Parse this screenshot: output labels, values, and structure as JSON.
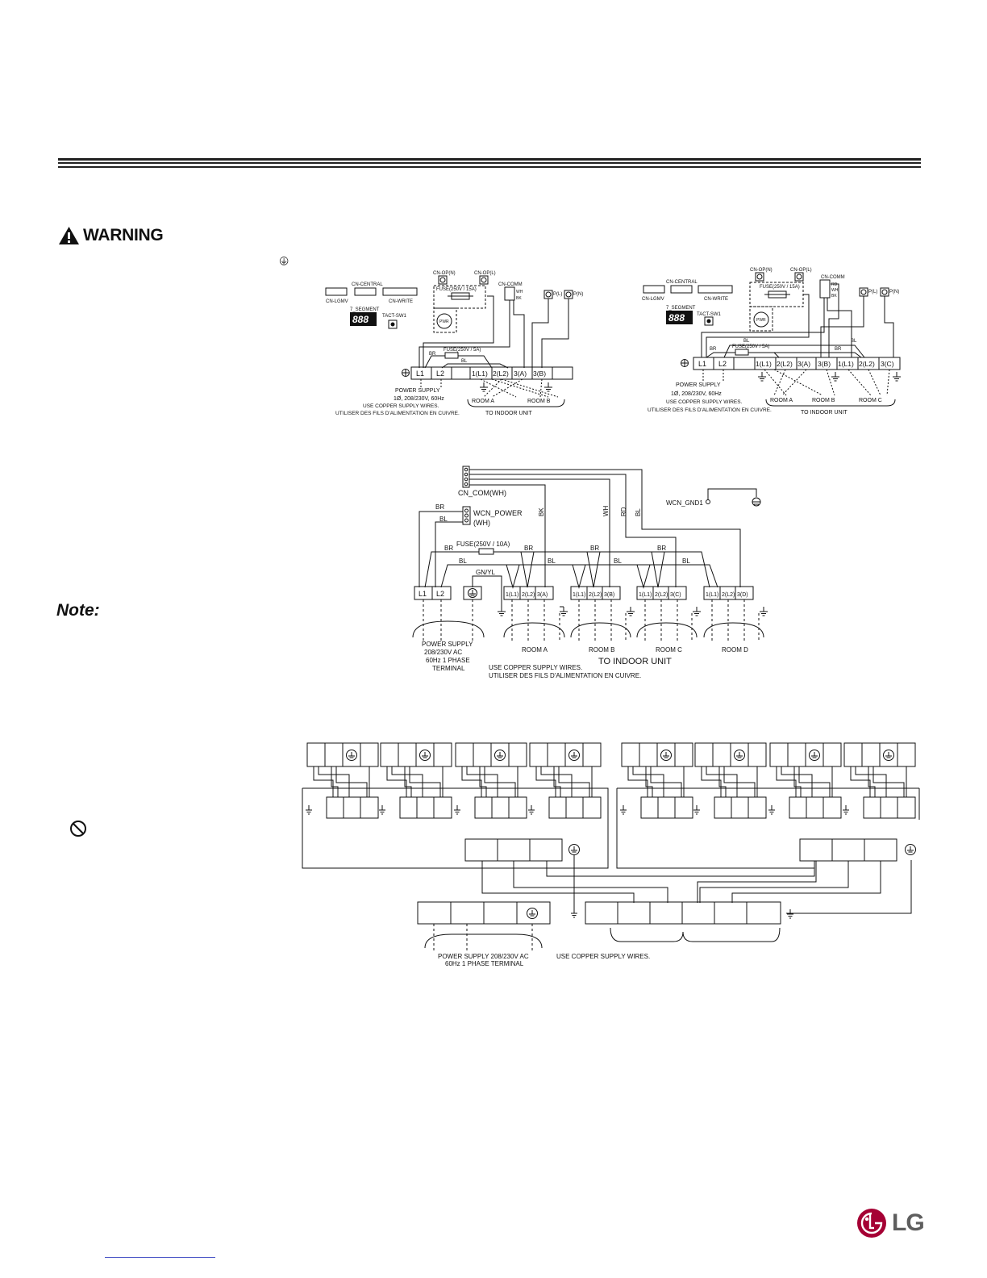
{
  "header": {
    "warning_label": "WARNING",
    "note_label": "Note:"
  },
  "diagram1": {
    "connectors": [
      "CN-OP(N)",
      "CN-OP(L)",
      "CN-CENTRAL",
      "CN-LGMV",
      "CN-WRITE",
      "CN-COMM"
    ],
    "display_label": "7_SEGMENT",
    "display_value": "888",
    "switch_label": "TACT-SW1",
    "fuse_top": "FUSE(250V / 15A)",
    "fuse_bottom": "FUSE(250V / 5A)",
    "pwr_label": "PWR",
    "comm_pins": [
      "WH",
      "BK"
    ],
    "p_labels": [
      "P(L)",
      "P(N)"
    ],
    "wire_labels": {
      "br": "BR",
      "bl": "BL"
    },
    "terminals": [
      "L1",
      "L2",
      "",
      "1(L1)",
      "2(L2)",
      "3(A)",
      "3(B)",
      ""
    ],
    "power_supply": "POWER SUPPLY",
    "power_spec": "1Ø, 208/230V, 60Hz",
    "copper_en": "USE COPPER SUPPLY WIRES.",
    "copper_fr": "UTILISER DES FILS D'ALIMENTATION EN CUIVRE.",
    "rooms": [
      "ROOM A",
      "ROOM B"
    ],
    "to_indoor": "TO INDOOR UNIT"
  },
  "diagram2": {
    "connectors": [
      "CN-OP(N)",
      "CN-OP(L)",
      "CN-CENTRAL",
      "CN-LGMV",
      "CN-WRITE",
      "CN-COMM"
    ],
    "display_label": "7_SEGMENT",
    "display_value": "888",
    "switch_label": "TACT-SW1",
    "fuse_top": "FUSE(250V / 15A)",
    "fuse_bottom": "FUSE(250V / 5A)",
    "pwr_label": "PWR",
    "comm_pins": [
      "RD",
      "WH",
      "BK"
    ],
    "p_labels": [
      "P(L)",
      "P(N)"
    ],
    "wire_labels": {
      "br": "BR",
      "bl": "BL"
    },
    "terminals": [
      "L1",
      "L2",
      "",
      "1(L1)",
      "2(L2)",
      "3(A)",
      "3(B)",
      "1(L1)",
      "2(L2)",
      "3(C)"
    ],
    "power_supply": "POWER SUPPLY",
    "power_spec": "1Ø, 208/230V, 60Hz",
    "copper_en": "USE COPPER SUPPLY WIRES.",
    "copper_fr": "UTILISER DES FILS D'ALIMENTATION EN CUIVRE.",
    "rooms": [
      "ROOM A",
      "ROOM B",
      "ROOM C"
    ],
    "to_indoor": "TO INDOOR UNIT"
  },
  "diagram3": {
    "cn_com": "CN_COM(WH)",
    "wcn_power": "WCN_POWER",
    "wcn_power_color": "(WH)",
    "wcn_gnd": "WCN_GND1",
    "wire_colors": [
      "BK",
      "WH",
      "RD",
      "BL"
    ],
    "wire_labels": {
      "br": "BR",
      "bl": "BL"
    },
    "fuse": "FUSE(250V / 10A)",
    "gnyl": "GN/YL",
    "power_terminals": [
      "L1",
      "L2"
    ],
    "room_terminals": [
      [
        "1(L1)",
        "2(L2)",
        "3(A)"
      ],
      [
        "1(L1)",
        "2(L2)",
        "3(B)"
      ],
      [
        "1(L1)",
        "2(L2)",
        "3(C)"
      ],
      [
        "1(L1)",
        "2(L2)",
        "3(D)"
      ]
    ],
    "power_supply": [
      "POWER SUPPLY",
      "208/230V AC",
      "60Hz 1 PHASE",
      "TERMINAL"
    ],
    "rooms": [
      "ROOM A",
      "ROOM B",
      "ROOM C",
      "ROOM D"
    ],
    "copper_en": "USE COPPER SUPPLY WIRES.",
    "copper_fr": "UTILISER DES FILS D'ALIMENTATION EN CUIVRE.",
    "to_indoor": "TO INDOOR UNIT"
  },
  "diagram4": {
    "power_supply": "POWER SUPPLY 208/230V AC",
    "power_phase": "60Hz 1 PHASE TERMINAL",
    "copper_en": "USE COPPER SUPPLY WIRES."
  },
  "footer": {
    "logo_text": "LG"
  },
  "colors": {
    "ink": "#111111",
    "logo_red": "#a50034",
    "logo_gray": "#5e5e5e",
    "link": "#4b57c7"
  }
}
